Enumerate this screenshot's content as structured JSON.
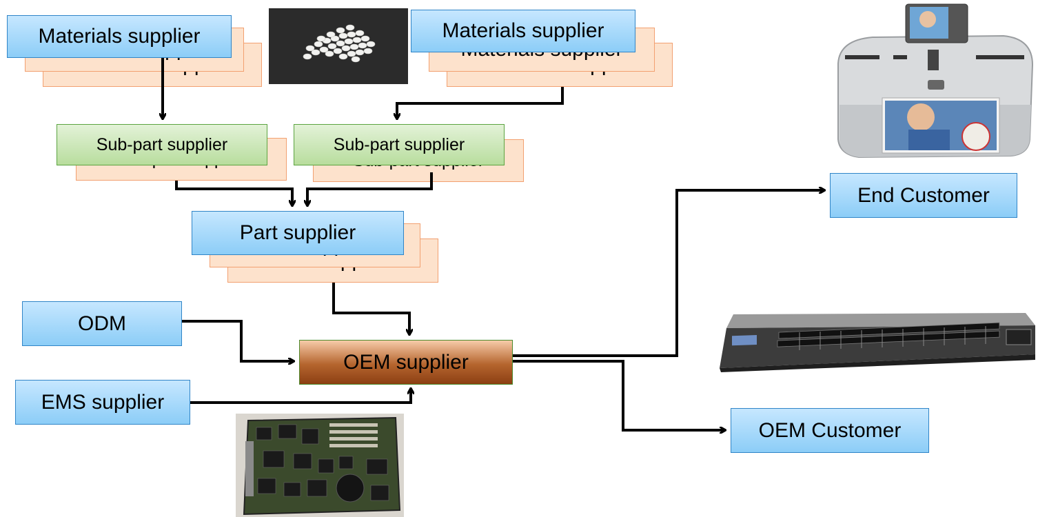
{
  "nodes": {
    "materials_left": "Materials supplier",
    "materials_right": "Materials supplier",
    "subpart_left": "Sub-part supplier",
    "subpart_right": "Sub-part supplier",
    "part": "Part supplier",
    "odm": "ODM",
    "ems": "EMS supplier",
    "oem": "OEM supplier",
    "end_customer": "End Customer",
    "oem_customer": "OEM Customer"
  },
  "colors": {
    "blue_box": "#a9dcfb",
    "green_box": "#cfe8bb",
    "pink_box": "#fde2cc",
    "oem_box": "#a4521f",
    "arrow": "#000000"
  },
  "icons": [
    "plastic-pellets-photo",
    "photo-printer-photo",
    "network-switch-photo",
    "circuit-board-photo"
  ]
}
